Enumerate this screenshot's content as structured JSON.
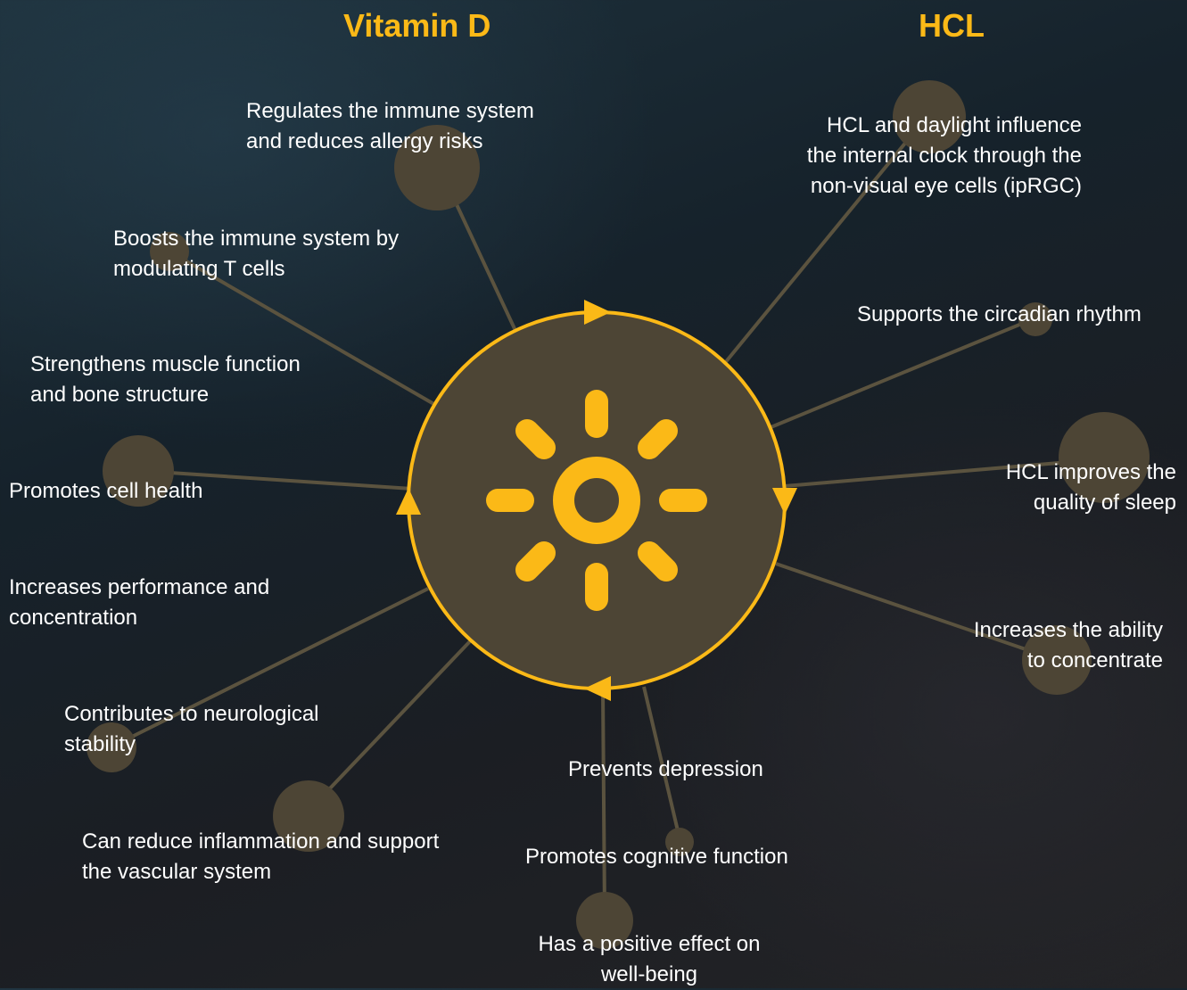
{
  "headings": {
    "vitamin_d": "Vitamin D",
    "hcl": "HCL"
  },
  "colors": {
    "accent": "#fbb917",
    "node_fill": "#4d4535",
    "connector": "#5b533f",
    "text": "#ffffff"
  },
  "center_icon": "sun-icon",
  "benefits": [
    {
      "id": "immune-allergy",
      "lines": [
        "Regulates the immune system",
        "and reduces allergy risks"
      ]
    },
    {
      "id": "t-cells",
      "lines": [
        "Boosts the immune system by",
        "modulating T cells"
      ]
    },
    {
      "id": "muscle-bone",
      "lines": [
        "Strengthens muscle function",
        "and bone structure"
      ]
    },
    {
      "id": "cell-health",
      "lines": [
        "Promotes cell health"
      ]
    },
    {
      "id": "performance",
      "lines": [
        "Increases performance and",
        "concentration"
      ]
    },
    {
      "id": "neurological",
      "lines": [
        "Contributes to neurological",
        "stability"
      ]
    },
    {
      "id": "inflammation",
      "lines": [
        "Can reduce inflammation and support",
        "the vascular system"
      ]
    },
    {
      "id": "well-being",
      "lines": [
        "Has a positive effect on",
        "well-being"
      ]
    },
    {
      "id": "cognitive",
      "lines": [
        "Promotes cognitive function"
      ]
    },
    {
      "id": "depression",
      "lines": [
        "Prevents depression"
      ]
    },
    {
      "id": "concentrate",
      "lines": [
        "Increases the ability",
        "to concentrate"
      ]
    },
    {
      "id": "sleep",
      "lines": [
        "HCL improves the",
        "quality of sleep"
      ]
    },
    {
      "id": "circadian",
      "lines": [
        "Supports the circadian rhythm"
      ]
    },
    {
      "id": "internal-clock",
      "lines": [
        "HCL and daylight influence",
        "the internal clock through the",
        "non-visual eye cells (ipRGC)"
      ]
    }
  ]
}
